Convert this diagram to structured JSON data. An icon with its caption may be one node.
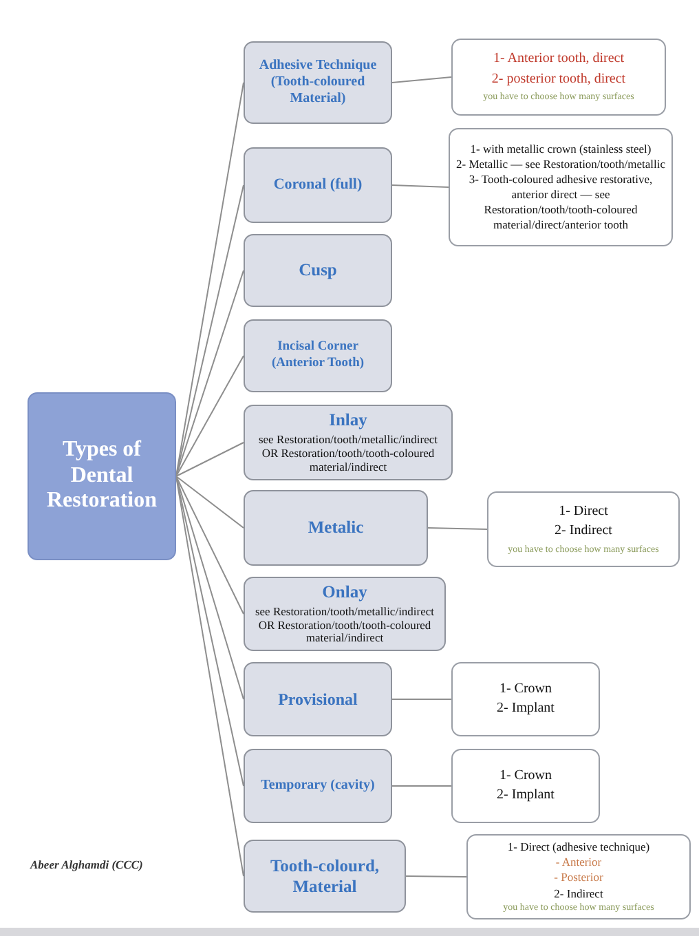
{
  "diagram": {
    "nodes": [
      {
        "text": [
          "Types of Dental Restoration"
        ]
      },
      {
        "text": [
          "Adhesive Technique (Tooth-coloured Material)"
        ]
      },
      {
        "text": [
          "1- Anterior tooth, direct",
          "2- posterior tooth, direct",
          "you have to choose how many surfaces"
        ]
      },
      {
        "text": [
          "Coronal (full)"
        ]
      },
      {
        "text": [
          "1- with metallic crown (stainless steel)",
          "2- Metallic — see Restoration/tooth/metallic",
          "3- Tooth-coloured adhesive restorative, anterior direct — see Restoration/tooth/tooth-coloured material/direct/anterior tooth"
        ]
      },
      {
        "text": [
          "Cusp"
        ]
      },
      {
        "text": [
          "Incisal Corner (Anterior Tooth)"
        ]
      },
      {
        "text": [
          "Inlay",
          "see Restoration/tooth/metallic/indirect OR Restoration/tooth/tooth-coloured material/indirect"
        ]
      },
      {
        "text": [
          "Metalic"
        ]
      },
      {
        "text": [
          "1- Direct",
          "2- Indirect",
          "you have to choose how many surfaces"
        ]
      },
      {
        "text": [
          "Onlay",
          "see Restoration/tooth/metallic/indirect OR Restoration/tooth/tooth-coloured material/indirect"
        ]
      },
      {
        "text": [
          "Provisional"
        ]
      },
      {
        "text": [
          "1- Crown",
          "2- Implant"
        ]
      },
      {
        "text": [
          "Temporary (cavity)"
        ]
      },
      {
        "text": [
          "1- Crown",
          "2- Implant"
        ]
      },
      {
        "text": [
          "Tooth-colourd, Material"
        ]
      },
      {
        "text": [
          "1- Direct (adhesive technique)",
          "- Anterior",
          "- Posterior",
          "2- Indirect",
          "you have to choose how many surfaces"
        ]
      }
    ],
    "edges": [
      {
        "from": 0,
        "to": 1,
        "arrow": "none"
      },
      {
        "from": 0,
        "to": 3,
        "arrow": "none"
      },
      {
        "from": 0,
        "to": 5,
        "arrow": "none"
      },
      {
        "from": 0,
        "to": 6,
        "arrow": "none"
      },
      {
        "from": 0,
        "to": 7,
        "arrow": "none"
      },
      {
        "from": 0,
        "to": 8,
        "arrow": "none"
      },
      {
        "from": 0,
        "to": 10,
        "arrow": "none"
      },
      {
        "from": 0,
        "to": 11,
        "arrow": "none"
      },
      {
        "from": 0,
        "to": 13,
        "arrow": "none"
      },
      {
        "from": 0,
        "to": 15,
        "arrow": "none"
      },
      {
        "from": 1,
        "to": 2,
        "arrow": "none"
      },
      {
        "from": 3,
        "to": 4,
        "arrow": "none"
      },
      {
        "from": 8,
        "to": 9,
        "arrow": "none"
      },
      {
        "from": 11,
        "to": 12,
        "arrow": "none"
      },
      {
        "from": 13,
        "to": 14,
        "arrow": "none"
      },
      {
        "from": 15,
        "to": 16,
        "arrow": "none"
      }
    ],
    "labels": [
      "Abeer Alghamdi (CCC)"
    ]
  }
}
